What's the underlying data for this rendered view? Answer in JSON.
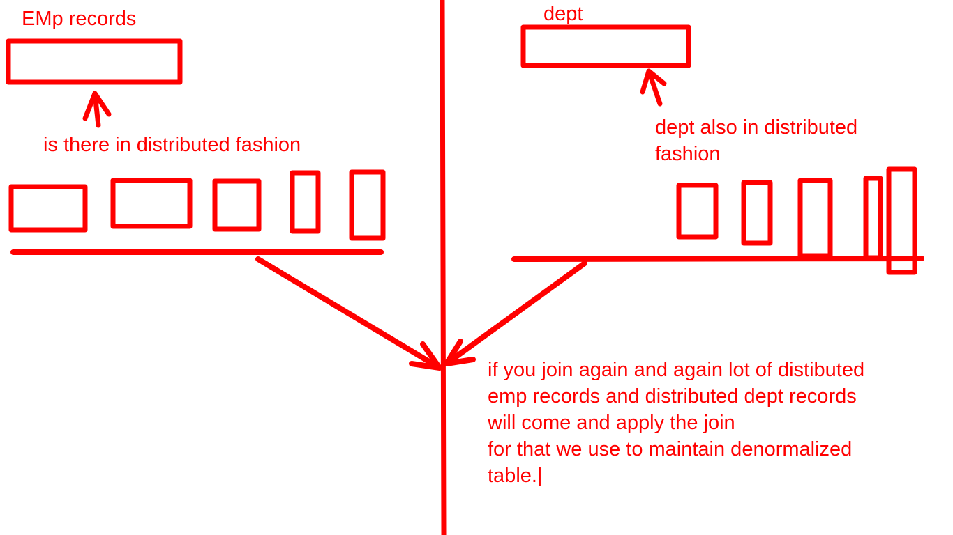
{
  "accent_color": "#ff0000",
  "background_color": "#ffffff",
  "labels": {
    "emp_records": "EMp records",
    "dept": "dept",
    "emp_distributed": "is there in distributed fashion",
    "dept_distributed": "dept also in distributed\nfashion",
    "explanation": "if you join again and again lot of distibuted\nemp records and distributed dept records\nwill come and apply the join\nfor that we use to maintain denormalized\ntable.|"
  }
}
